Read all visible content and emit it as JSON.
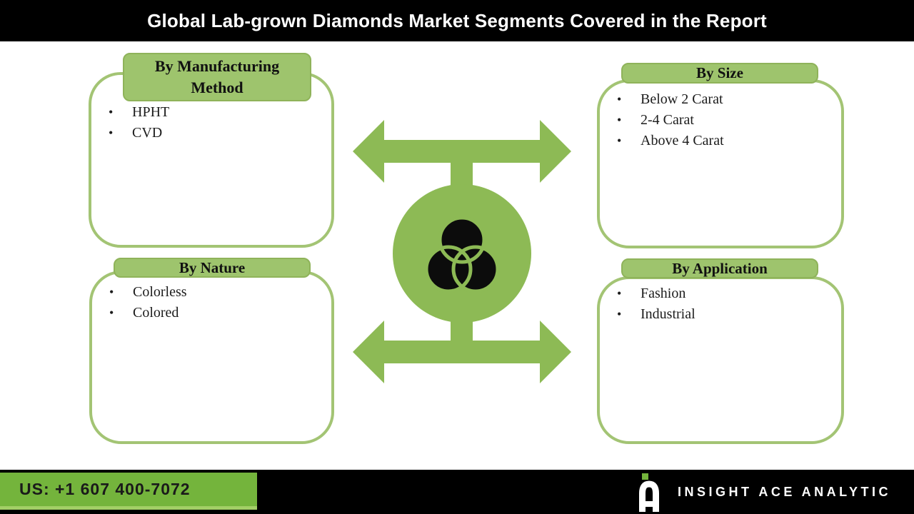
{
  "title_bar": {
    "title": "Global Lab-grown Diamonds Market Segments Covered in the Report"
  },
  "segments": [
    {
      "label": "By Manufacturing Method",
      "items": [
        "HPHT",
        "CVD"
      ]
    },
    {
      "label": "By Size",
      "items": [
        "Below 2 Carat",
        "2-4 Carat",
        "Above 4 Carat"
      ]
    },
    {
      "label": "By Nature",
      "items": [
        "Colorless",
        "Colored"
      ]
    },
    {
      "label": "By Application",
      "items": [
        "Fashion",
        "Industrial"
      ]
    }
  ],
  "center": {
    "icon": "venn-three-circles-icon",
    "arrows": [
      "horizontal-double-arrow-top",
      "horizontal-double-arrow-bottom"
    ]
  },
  "footer": {
    "phone": "US: +1 607 400-7072",
    "brand": "INSIGHT ACE ANALYTIC"
  },
  "colors": {
    "diagram_green": "#8dba55",
    "box_border": "#a3c474",
    "tab_fill": "#9ec46d",
    "tab_border": "#8fb35a",
    "footer_green": "#74b43c",
    "footer_green_light": "#a2ce66",
    "title_bar": "#000000",
    "icon_black": "#0c0c0c",
    "text_dark": "#1a1a1a"
  }
}
